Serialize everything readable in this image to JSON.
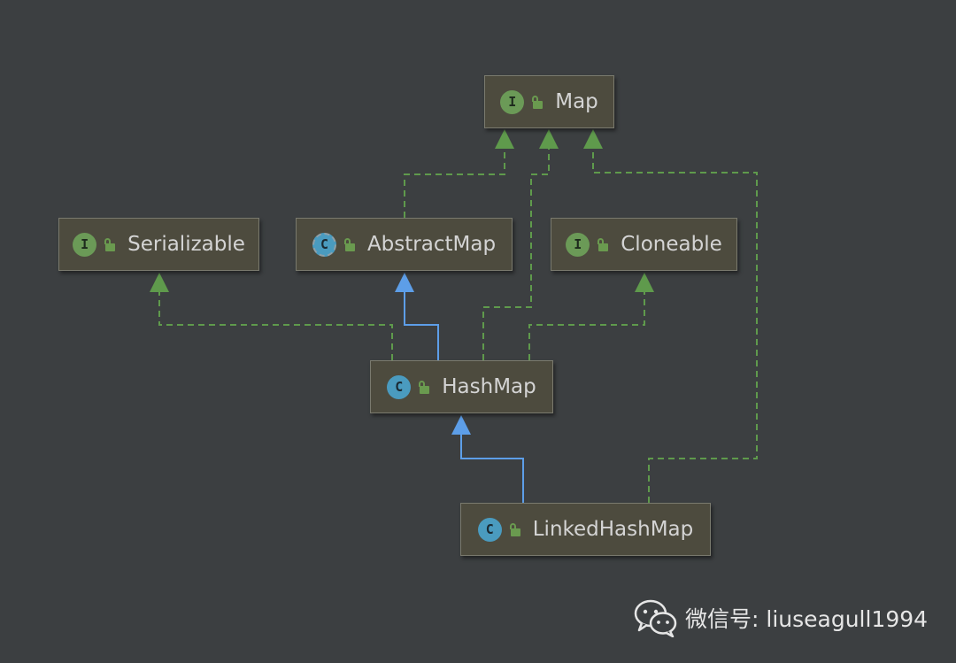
{
  "diagram": {
    "nodes": [
      {
        "id": "map",
        "label": "Map",
        "kind": "interface",
        "badge": "I"
      },
      {
        "id": "serializable",
        "label": "Serializable",
        "kind": "interface",
        "badge": "I"
      },
      {
        "id": "abstractmap",
        "label": "AbstractMap",
        "kind": "abstract-class",
        "badge": "C"
      },
      {
        "id": "cloneable",
        "label": "Cloneable",
        "kind": "interface",
        "badge": "I"
      },
      {
        "id": "hashmap",
        "label": "HashMap",
        "kind": "class",
        "badge": "C"
      },
      {
        "id": "linkedhashmap",
        "label": "LinkedHashMap",
        "kind": "class",
        "badge": "C"
      }
    ],
    "edges": [
      {
        "from": "abstractmap",
        "to": "map",
        "relation": "implements"
      },
      {
        "from": "hashmap",
        "to": "map",
        "relation": "implements"
      },
      {
        "from": "linkedhashmap",
        "to": "map",
        "relation": "implements"
      },
      {
        "from": "hashmap",
        "to": "serializable",
        "relation": "implements"
      },
      {
        "from": "hashmap",
        "to": "abstractmap",
        "relation": "extends"
      },
      {
        "from": "hashmap",
        "to": "cloneable",
        "relation": "implements"
      },
      {
        "from": "linkedhashmap",
        "to": "hashmap",
        "relation": "extends"
      }
    ],
    "colors": {
      "background": "#3c3f41",
      "implements": "#5f9a4c",
      "extends": "#5d9ee8",
      "node_fill": "#4d4b3e",
      "node_border": "#7a7a6e",
      "node_text": "#d4d4d4",
      "interface_badge": "#6b9a57",
      "class_badge": "#4a9bbf"
    }
  },
  "watermark": {
    "icon": "wechat-icon",
    "text": "微信号: liuseagull1994"
  }
}
